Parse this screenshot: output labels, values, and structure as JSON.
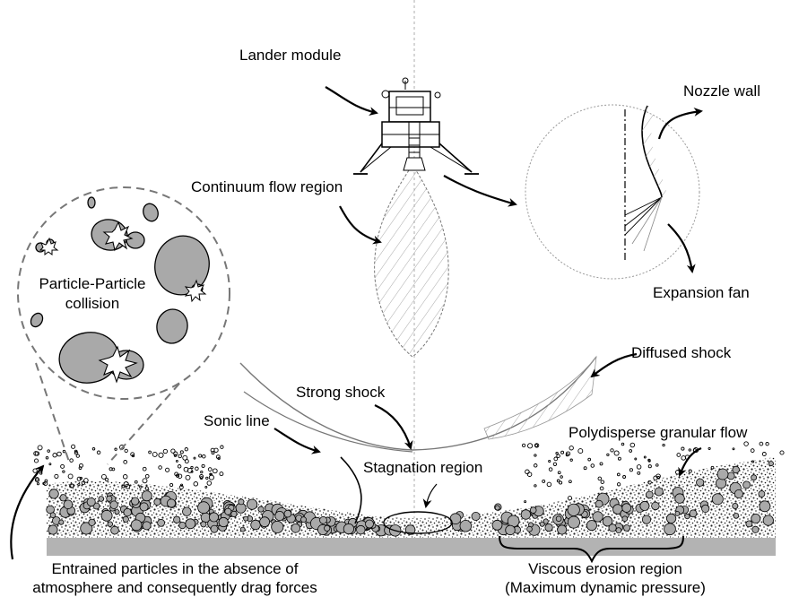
{
  "labels": {
    "lander_module": "Lander module",
    "continuum_flow_region": "Continuum flow region",
    "nozzle_wall": "Nozzle wall",
    "expansion_fan": "Expansion fan",
    "particle_collision_line1": "Particle-Particle",
    "particle_collision_line2": "collision",
    "diffused_shock": "Diffused shock",
    "strong_shock": "Strong shock",
    "sonic_line": "Sonic line",
    "polydisperse_granular_flow": "Polydisperse granular flow",
    "stagnation_region": "Stagnation region",
    "entrained_line1": "Entrained particles in the absence of",
    "entrained_line2": "atmosphere and consequently drag forces",
    "viscous_line1": "Viscous erosion region",
    "viscous_line2": "(Maximum dynamic pressure)"
  },
  "colors": {
    "particle_fill": "#a9a9a9",
    "ground_bar": "#b3b3b3",
    "line": "#000000",
    "shock_line": "#777777"
  },
  "icons": [
    "lander-icon",
    "collision-burst-icon"
  ]
}
